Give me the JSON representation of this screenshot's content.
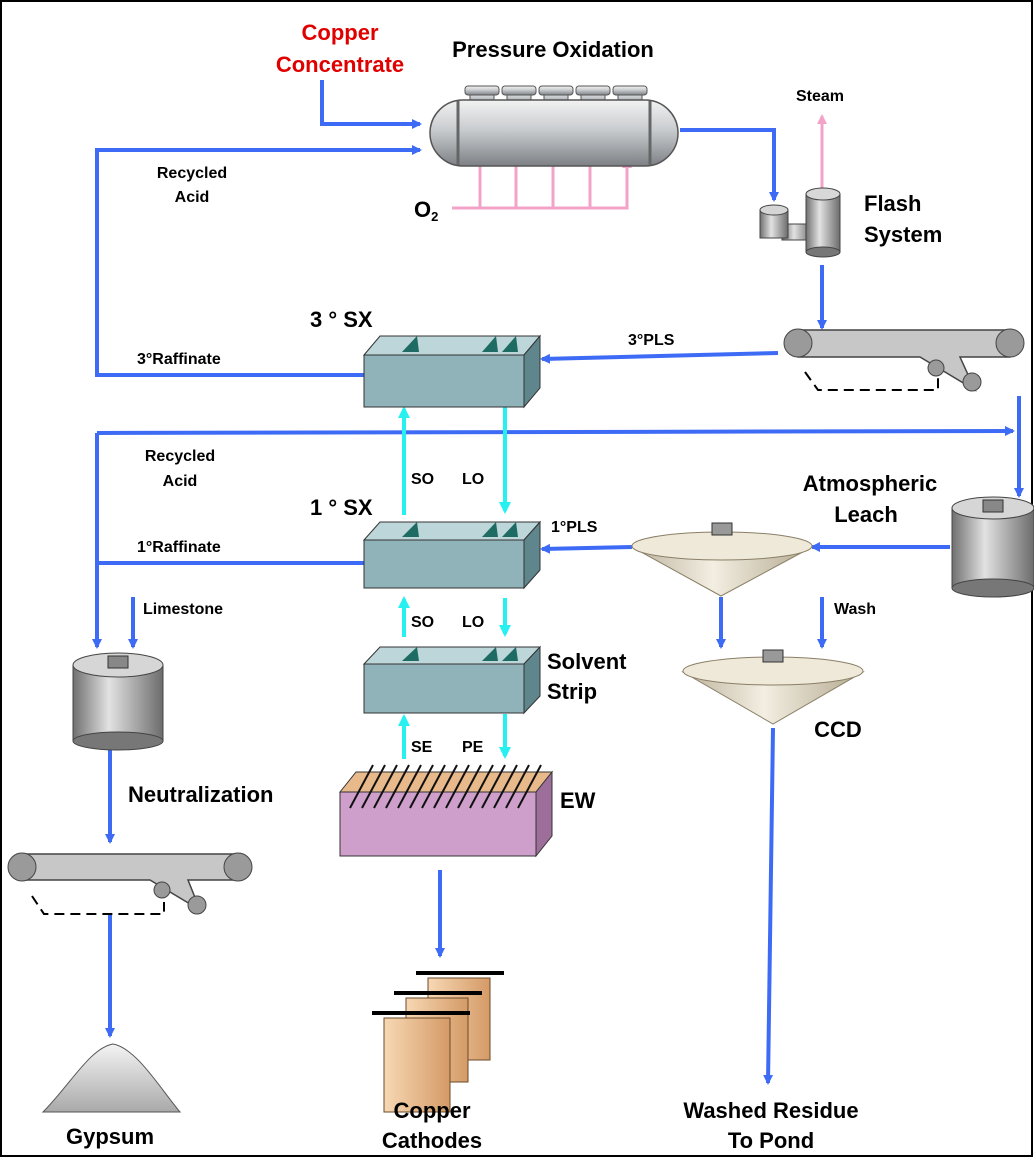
{
  "labels": {
    "copper_concentrate": [
      "Copper",
      "Concentrate"
    ],
    "pressure_oxidation": "Pressure Oxidation",
    "steam": "Steam",
    "recycled_acid_top": [
      "Recycled",
      "Acid"
    ],
    "o2_main": "O",
    "o2_sub": "2",
    "flash_system": [
      "Flash",
      "System"
    ],
    "sx3": "3 ° SX",
    "pls3": "3°PLS",
    "raffinate3": "3°Raffinate",
    "recycled_acid_mid": [
      "Recycled",
      "Acid"
    ],
    "so_upper": "SO",
    "lo_upper": "LO",
    "sx1": "1 ° SX",
    "atmospheric_leach": [
      "Atmospheric",
      "Leach"
    ],
    "pls1": "1°PLS",
    "raffinate1": "1°Raffinate",
    "limestone": "Limestone",
    "so_lower": "SO",
    "lo_lower": "LO",
    "wash": "Wash",
    "solvent_strip": [
      "Solvent",
      "Strip"
    ],
    "se": "SE",
    "pe": "PE",
    "ccd": "CCD",
    "ew": "EW",
    "neutralization": "Neutralization",
    "gypsum": "Gypsum",
    "copper_cathodes": [
      "Copper",
      "Cathodes"
    ],
    "washed_residue": [
      "Washed Residue",
      "To Pond"
    ]
  },
  "colors": {
    "process_flow": "#3d6bf5",
    "organic_flow": "#27f0f0",
    "oxygen_steam": "#f3a3c8",
    "sx_tank": "#8fb3b8",
    "ew_cell": "#cf9fcc",
    "thickener": "#e5dcc6",
    "cathode": "#e8b98a",
    "highlight_text": "#e00000"
  }
}
